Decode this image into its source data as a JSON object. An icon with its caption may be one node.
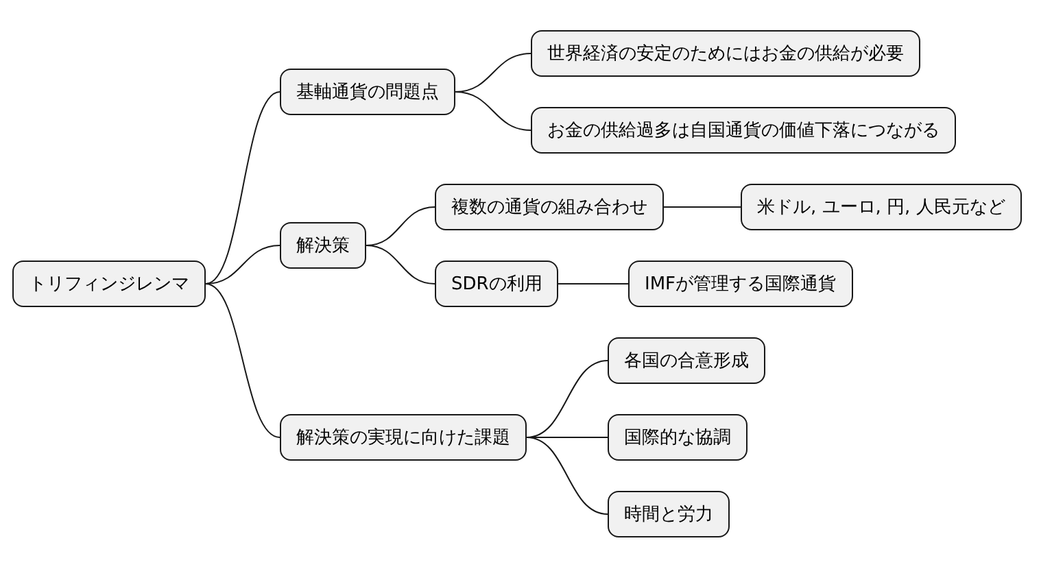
{
  "diagram": {
    "nodes": [
      {
        "text": [
          "トリフィンジレンマ"
        ]
      },
      {
        "text": [
          "基軸通貨の問題点"
        ]
      },
      {
        "text": [
          "世界経済の安定のためにはお金の供給が必要"
        ]
      },
      {
        "text": [
          "お金の供給過多は自国通貨の価値下落につながる"
        ]
      },
      {
        "text": [
          "解決策"
        ]
      },
      {
        "text": [
          "複数の通貨の組み合わせ"
        ]
      },
      {
        "text": [
          "米ドル, ユーロ, 円, 人民元など"
        ]
      },
      {
        "text": [
          "SDRの利用"
        ]
      },
      {
        "text": [
          "IMFが管理する国際通貨"
        ]
      },
      {
        "text": [
          "解決策の実現に向けた課題"
        ]
      },
      {
        "text": [
          "各国の合意形成"
        ]
      },
      {
        "text": [
          "国際的な協調"
        ]
      },
      {
        "text": [
          "時間と労力"
        ]
      }
    ],
    "edges": [
      {
        "from": 0,
        "to": 1,
        "arrow": "none"
      },
      {
        "from": 1,
        "to": 2,
        "arrow": "none"
      },
      {
        "from": 1,
        "to": 3,
        "arrow": "none"
      },
      {
        "from": 0,
        "to": 4,
        "arrow": "none"
      },
      {
        "from": 4,
        "to": 5,
        "arrow": "none"
      },
      {
        "from": 5,
        "to": 6,
        "arrow": "none"
      },
      {
        "from": 4,
        "to": 7,
        "arrow": "none"
      },
      {
        "from": 7,
        "to": 8,
        "arrow": "none"
      },
      {
        "from": 0,
        "to": 9,
        "arrow": "none"
      },
      {
        "from": 9,
        "to": 10,
        "arrow": "none"
      },
      {
        "from": 9,
        "to": 11,
        "arrow": "none"
      },
      {
        "from": 9,
        "to": 12,
        "arrow": "none"
      }
    ]
  }
}
